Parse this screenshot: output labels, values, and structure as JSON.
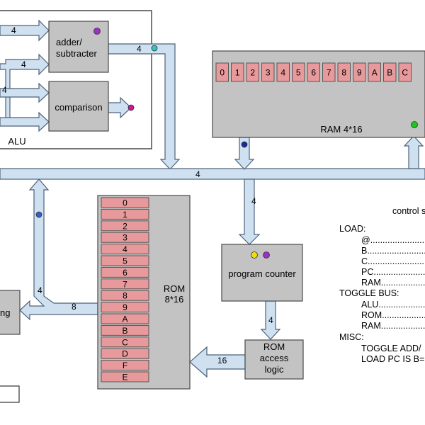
{
  "alu": {
    "label": "ALU",
    "adder_line1": "adder/",
    "adder_line2": "subtracter",
    "comparison": "comparison"
  },
  "ram": {
    "label": "RAM 4*16",
    "cells": [
      "0",
      "1",
      "2",
      "3",
      "4",
      "5",
      "6",
      "7",
      "8",
      "9",
      "A",
      "B",
      "C"
    ]
  },
  "rom": {
    "label_line1": "ROM",
    "label_line2": "8*16",
    "cells": [
      "0",
      "1",
      "2",
      "3",
      "4",
      "5",
      "6",
      "7",
      "8",
      "9",
      "A",
      "B",
      "C",
      "D",
      "F",
      "E"
    ]
  },
  "program_counter": {
    "label": "program counter"
  },
  "rom_access_logic": {
    "line1": "ROM",
    "line2": "access",
    "line3": "logic"
  },
  "left_block": {
    "label": "ng"
  },
  "bus_widths": {
    "alu_in_top": "4",
    "alu_in_mid": "4",
    "alu_in_low": "4",
    "adder_out": "4",
    "main_bus": "4",
    "bus_to_pc": "4",
    "rom_to_left_vertical": "4",
    "rom_to_left": "8",
    "pc_to_ral": "4",
    "ral_to_rom": "16"
  },
  "control": {
    "title": "control s",
    "load": "LOAD:",
    "load_items": [
      "@......................",
      "B..........................",
      "C..........................",
      "PC..........................",
      "RAM.........................."
    ],
    "toggle_bus": "TOGGLE BUS:",
    "toggle_items": [
      "ALU........................",
      "ROM........................",
      "RAM........................"
    ],
    "misc": "MISC:",
    "misc_items": [
      "TOGGLE ADD/",
      "LOAD PC IS B="
    ]
  },
  "colors": {
    "pipe_fill": "#cfe0f1",
    "block_fill": "#c3c3c3",
    "cell_fill": "#e8999b",
    "led_purple": "#9b2fc7",
    "led_magenta": "#d0149e",
    "led_cyan": "#2fc4c4",
    "led_blue_dark": "#1a2a9a",
    "led_blue": "#3a5cc8",
    "led_yellow": "#f0dc10",
    "led_green": "#1ec81e"
  }
}
